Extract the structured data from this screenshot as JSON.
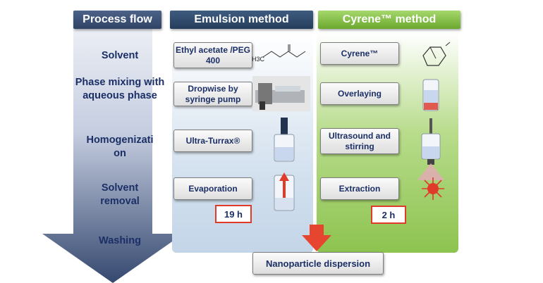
{
  "headers": {
    "process_flow": "Process flow",
    "emulsion": "Emulsion method",
    "cyrene": "Cyrene™ method"
  },
  "stages": [
    "Solvent",
    "Phase mixing with aqueous phase",
    "Homogenizati on",
    "Solvent removal",
    "Washing"
  ],
  "emulsion_steps": [
    "Ethyl acetate /PEG 400",
    "Dropwise by syringe pump",
    "Ultra-Turrax®",
    "Evaporation"
  ],
  "cyrene_steps": [
    "Cyrene™",
    "Overlaying",
    "Ultrasound and stirring",
    "Extraction"
  ],
  "times": {
    "emulsion": "19 h",
    "cyrene": "2 h"
  },
  "molecule_labels": {
    "ch3": "H3C"
  },
  "result": "Nanoparticle dispersion",
  "colors": {
    "arrow_dark": "#3a4e75",
    "arrow_light": "#eef1f6",
    "emulsion_header": "#2f4a6b",
    "emulsion_panel": "#c9d9ea",
    "cyrene_header": "#7fbf3f",
    "cyrene_panel": "#9fce63",
    "accent_red": "#e03a2a",
    "text_blue": "#1b2f66"
  }
}
